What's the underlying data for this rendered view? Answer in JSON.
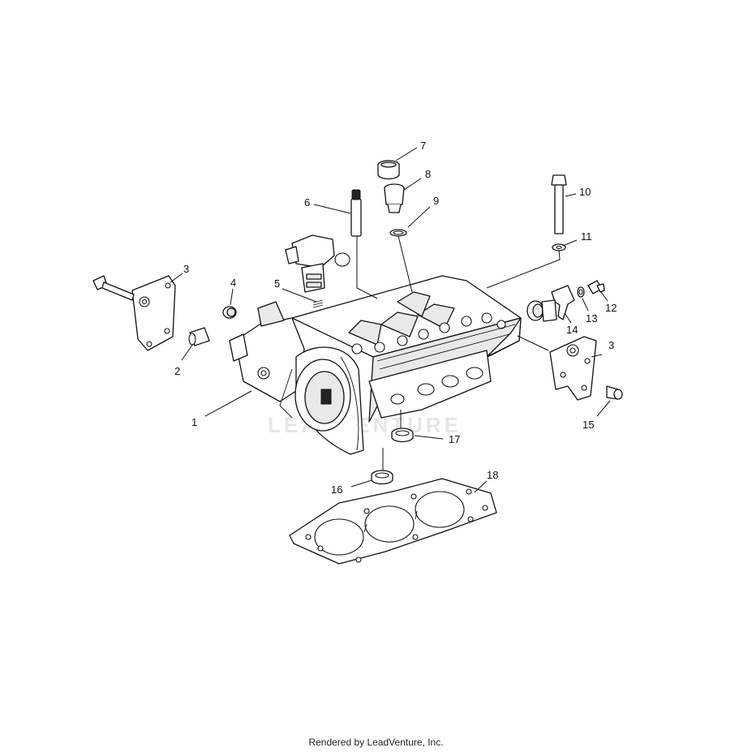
{
  "watermark": "LEADVENTURE",
  "footer": "Rendered by LeadVenture, Inc.",
  "callouts": {
    "c1": "1",
    "c2": "2",
    "c3a": "3",
    "c3b": "3",
    "c4": "4",
    "c5": "5",
    "c6": "6",
    "c7": "7",
    "c8": "8",
    "c9": "9",
    "c10": "10",
    "c11": "11",
    "c12": "12",
    "c13": "13",
    "c14": "14",
    "c15": "15",
    "c16": "16",
    "c17": "17",
    "c18": "18"
  }
}
